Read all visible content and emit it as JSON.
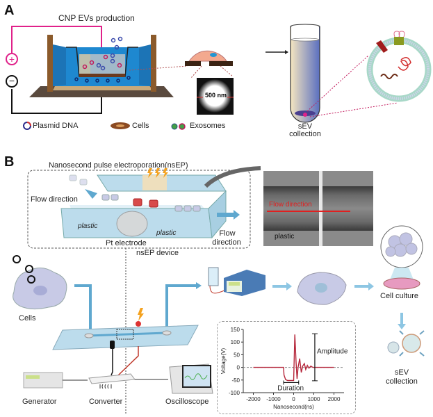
{
  "panel_a": {
    "letter": "A",
    "title": "CNP EVs production",
    "scale_label": "500 nm",
    "legend": {
      "plasmid": "Plasmid DNA",
      "cells": "Cells",
      "exosomes": "Exosomes"
    },
    "tube_label_1": "sEV",
    "tube_label_2": "collection",
    "electrode_plus": "+",
    "electrode_minus": "−",
    "colors": {
      "positive": "#e0218a",
      "negative": "#111111",
      "well_blue": "#1e88d0",
      "frame_brown": "#8b5a2b"
    }
  },
  "panel_b": {
    "letter": "B",
    "nsep_title": "Nanosecond pulse electroporation(nsEP)",
    "flow_in": "Flow direction",
    "flow_out_1": "Flow",
    "flow_out_2": "direction",
    "plastic_1": "plastic",
    "plastic_2": "plastic",
    "pt_electrode": "Pt electrode",
    "micro_flow": "Flow direction",
    "micro_plastic": "plastic",
    "device_label": "nsEP device",
    "cells_label": "Cells",
    "cell_culture": "Cell culture",
    "sev_1": "sEV",
    "sev_2": "collection",
    "generator": "Generator",
    "converter": "Converter",
    "oscilloscope": "Oscilloscope",
    "colors": {
      "flow_arrow": "#5fa8cf",
      "channel": "#bcdcec",
      "cell": "#b9bde0"
    }
  },
  "chart_data": {
    "type": "line",
    "title": "",
    "xlabel": "Nanosecond(ns)",
    "ylabel": "Voltage(V)",
    "xlim": [
      -2500,
      2500
    ],
    "ylim": [
      -100,
      150
    ],
    "xticks": [
      -2000,
      -1000,
      0,
      1000,
      2000
    ],
    "yticks": [
      150,
      100,
      50,
      0,
      -50,
      -100
    ],
    "series": [
      {
        "name": "pulse",
        "color": "#b5263a",
        "x": [
          -2000,
          -500,
          -480,
          -400,
          -300,
          -150,
          0,
          60,
          120,
          170,
          220,
          300,
          380,
          450,
          530,
          600,
          680,
          760,
          850,
          950,
          1000,
          2000
        ],
        "y": [
          0,
          0,
          -30,
          -48,
          -52,
          -52,
          -52,
          130,
          20,
          -45,
          0,
          35,
          -20,
          5,
          15,
          -8,
          8,
          -3,
          5,
          0,
          0,
          0
        ]
      }
    ],
    "annotations": {
      "amplitude": "Amplitude",
      "duration": "Duration"
    },
    "grid": false,
    "zero_line": "dashed"
  }
}
